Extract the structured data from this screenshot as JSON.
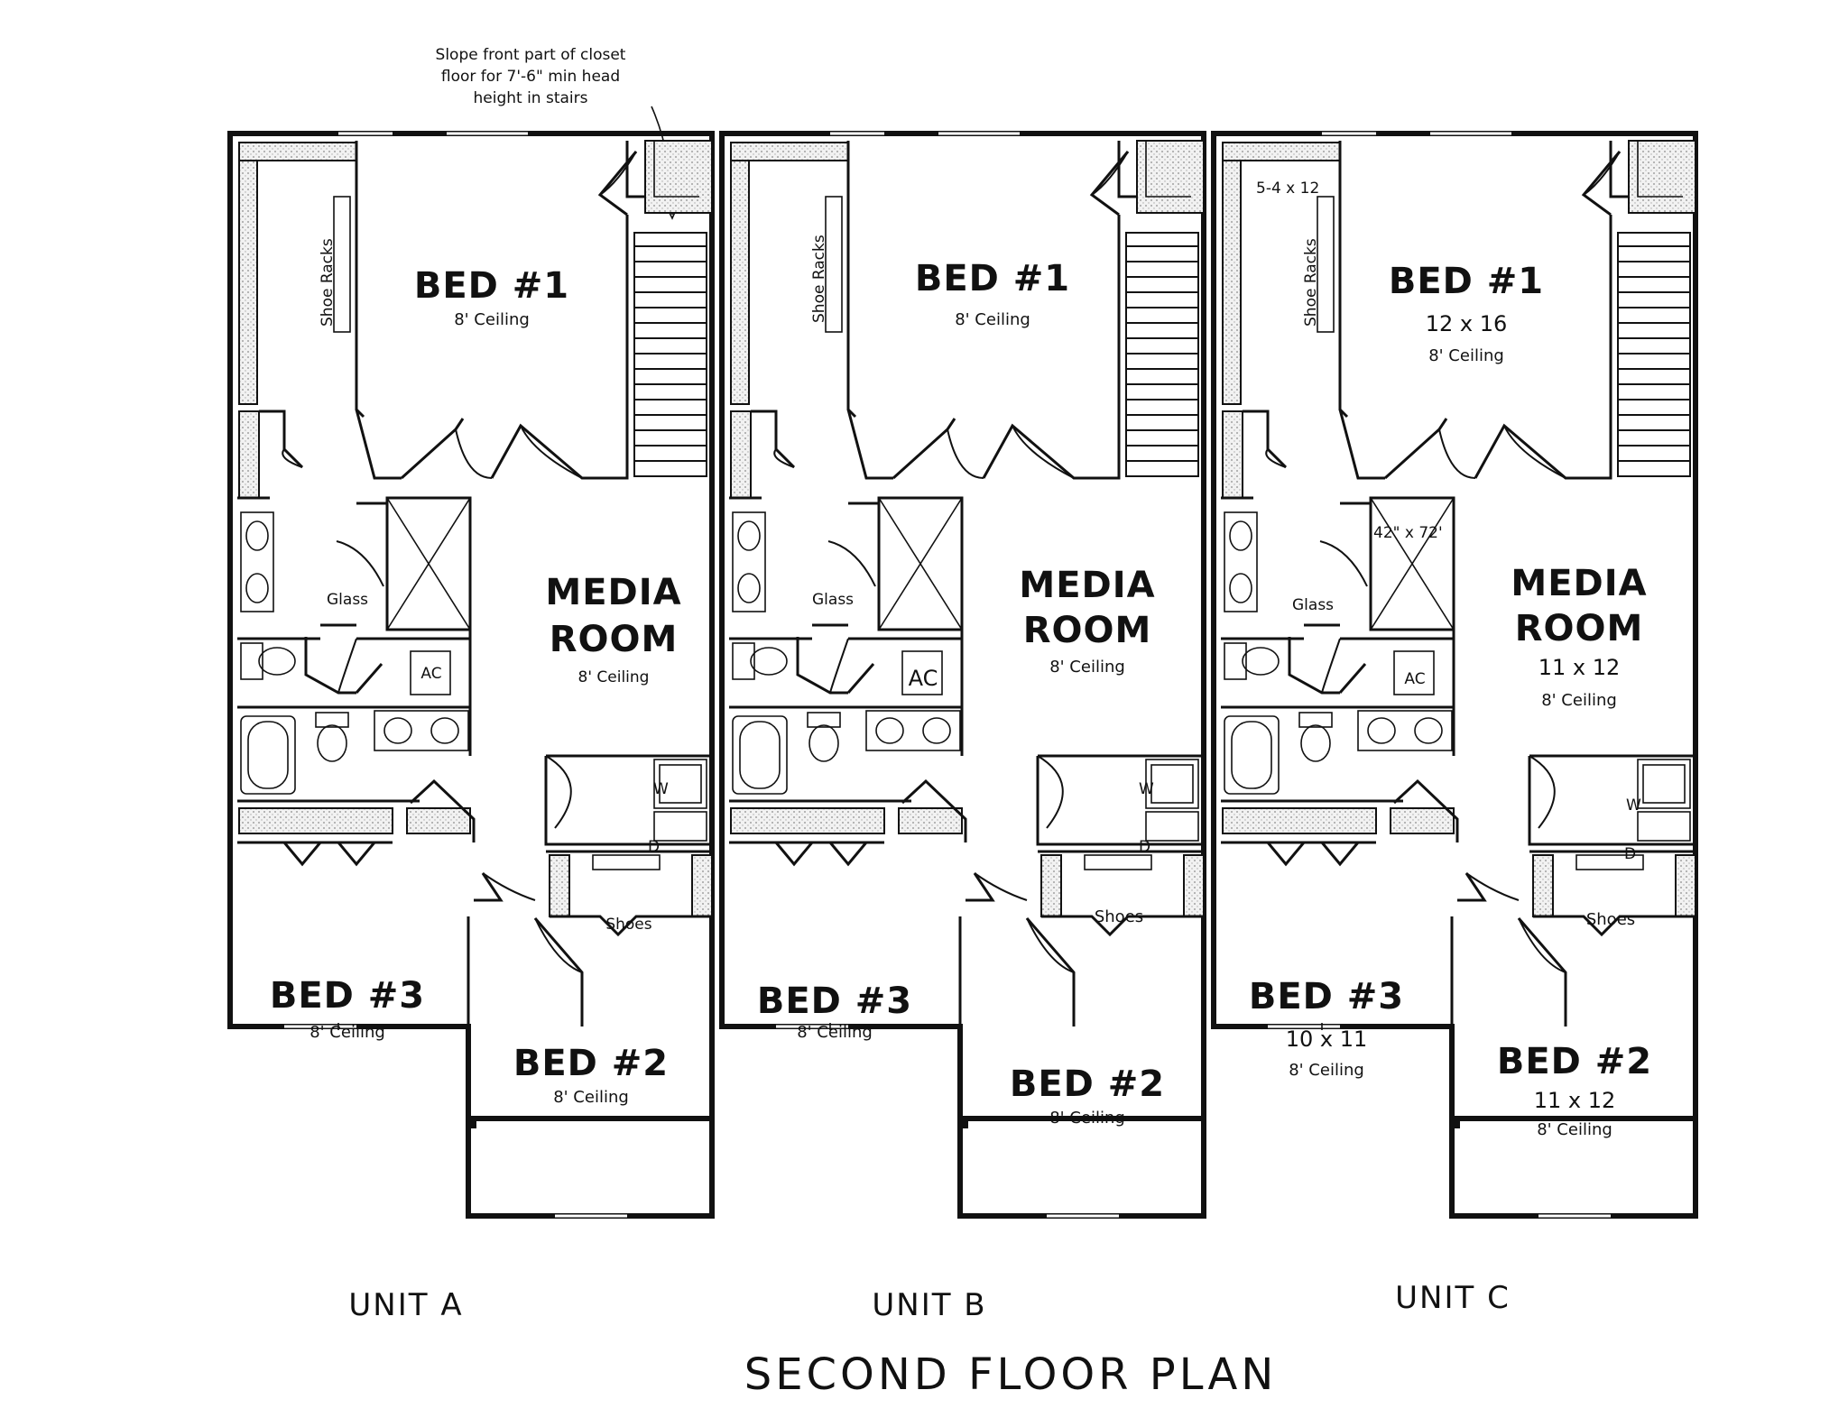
{
  "title": "SECOND FLOOR PLAN",
  "note": {
    "line1": "Slope front part of closet",
    "line2": "floor for 7'-6\" min head",
    "line3": "height in stairs"
  },
  "units": [
    {
      "name": "UNIT A",
      "bed1": {
        "label": "BED #1",
        "size": "",
        "ceiling": "8' Ceiling"
      },
      "media": {
        "line1": "MEDIA",
        "line2": "ROOM",
        "size": "",
        "ceiling": "8' Ceiling"
      },
      "bed2": {
        "label": "BED #2",
        "size": "",
        "ceiling": "8' Ceiling"
      },
      "bed3": {
        "label": "BED #3",
        "size": "",
        "ceiling": "8' Ceiling"
      },
      "shoe_racks": "Shoe Racks",
      "closet_size": "",
      "shower_size": "",
      "glass": "Glass",
      "ac": "AC",
      "washer": "W",
      "dryer": "D",
      "shoes": "Shoes"
    },
    {
      "name": "UNIT B",
      "bed1": {
        "label": "BED #1",
        "size": "",
        "ceiling": "8' Ceiling"
      },
      "media": {
        "line1": "MEDIA",
        "line2": "ROOM",
        "size": "",
        "ceiling": "8' Ceiling"
      },
      "bed2": {
        "label": "BED #2",
        "size": "",
        "ceiling": "8' Ceiling"
      },
      "bed3": {
        "label": "BED #3",
        "size": "",
        "ceiling": "8' Ceiling"
      },
      "shoe_racks": "Shoe Racks",
      "closet_size": "",
      "shower_size": "",
      "glass": "Glass",
      "ac": "AC",
      "washer": "W",
      "dryer": "D",
      "shoes": "Shoes"
    },
    {
      "name": "UNIT C",
      "bed1": {
        "label": "BED #1",
        "size": "12 x 16",
        "ceiling": "8' Ceiling"
      },
      "media": {
        "line1": "MEDIA",
        "line2": "ROOM",
        "size": "11 x 12",
        "ceiling": "8' Ceiling"
      },
      "bed2": {
        "label": "BED #2",
        "size": "11 x 12",
        "ceiling": "8' Ceiling"
      },
      "bed3": {
        "label": "BED #3",
        "size": "10 x 11",
        "ceiling": "8' Ceiling"
      },
      "shoe_racks": "Shoe Racks",
      "closet_size": "5-4 x 12",
      "shower_size": "42\" x 72'",
      "glass": "Glass",
      "ac": "AC",
      "washer": "W",
      "dryer": "D",
      "shoes": "Shoes"
    }
  ]
}
